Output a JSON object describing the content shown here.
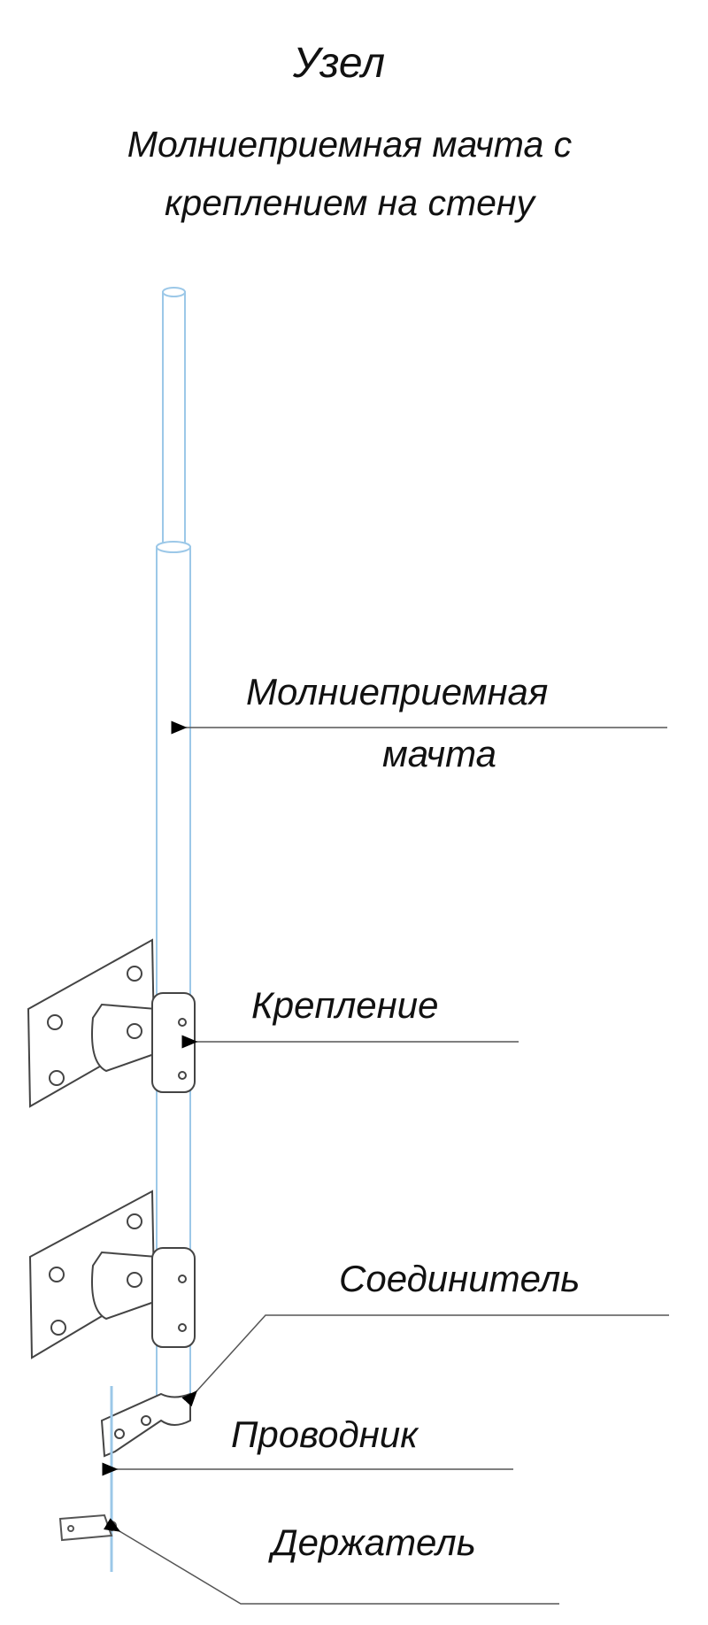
{
  "title": "Узел",
  "subtitle": [
    "Молниеприемная мачта с",
    "креплением на стену"
  ],
  "labels": {
    "mast": [
      "Молниеприемная",
      "мачта"
    ],
    "mount": "Крепление",
    "connector": "Соединитель",
    "conductor": "Проводник",
    "holder": "Держатель"
  },
  "colors": {
    "tube": "#9cc8e8",
    "line": "#555555",
    "text": "#111111"
  }
}
